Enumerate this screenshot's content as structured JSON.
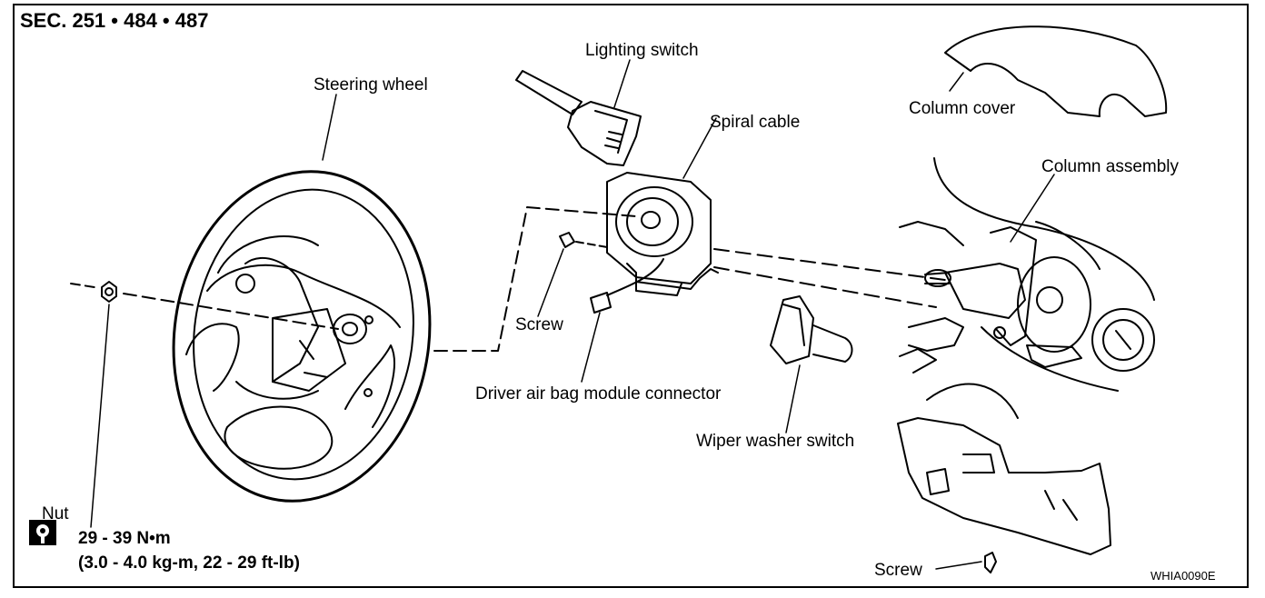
{
  "header": {
    "section": "SEC. 251 • 484 • 487"
  },
  "labels": {
    "steering_wheel": "Steering wheel",
    "lighting_switch": "Lighting switch",
    "spiral_cable": "Spiral cable",
    "column_cover": "Column cover",
    "column_assembly": "Column assembly",
    "screw_upper": "Screw",
    "driver_airbag_connector": "Driver air bag module connector",
    "wiper_washer_switch": "Wiper washer switch",
    "screw_lower": "Screw",
    "nut": "Nut"
  },
  "torque": {
    "icon": "torque-wrench-icon",
    "value": "29 - 39 N•m",
    "conversion": "(3.0 - 4.0 kg-m, 22 - 29 ft-lb)"
  },
  "figure_code": "WHIA0090E"
}
